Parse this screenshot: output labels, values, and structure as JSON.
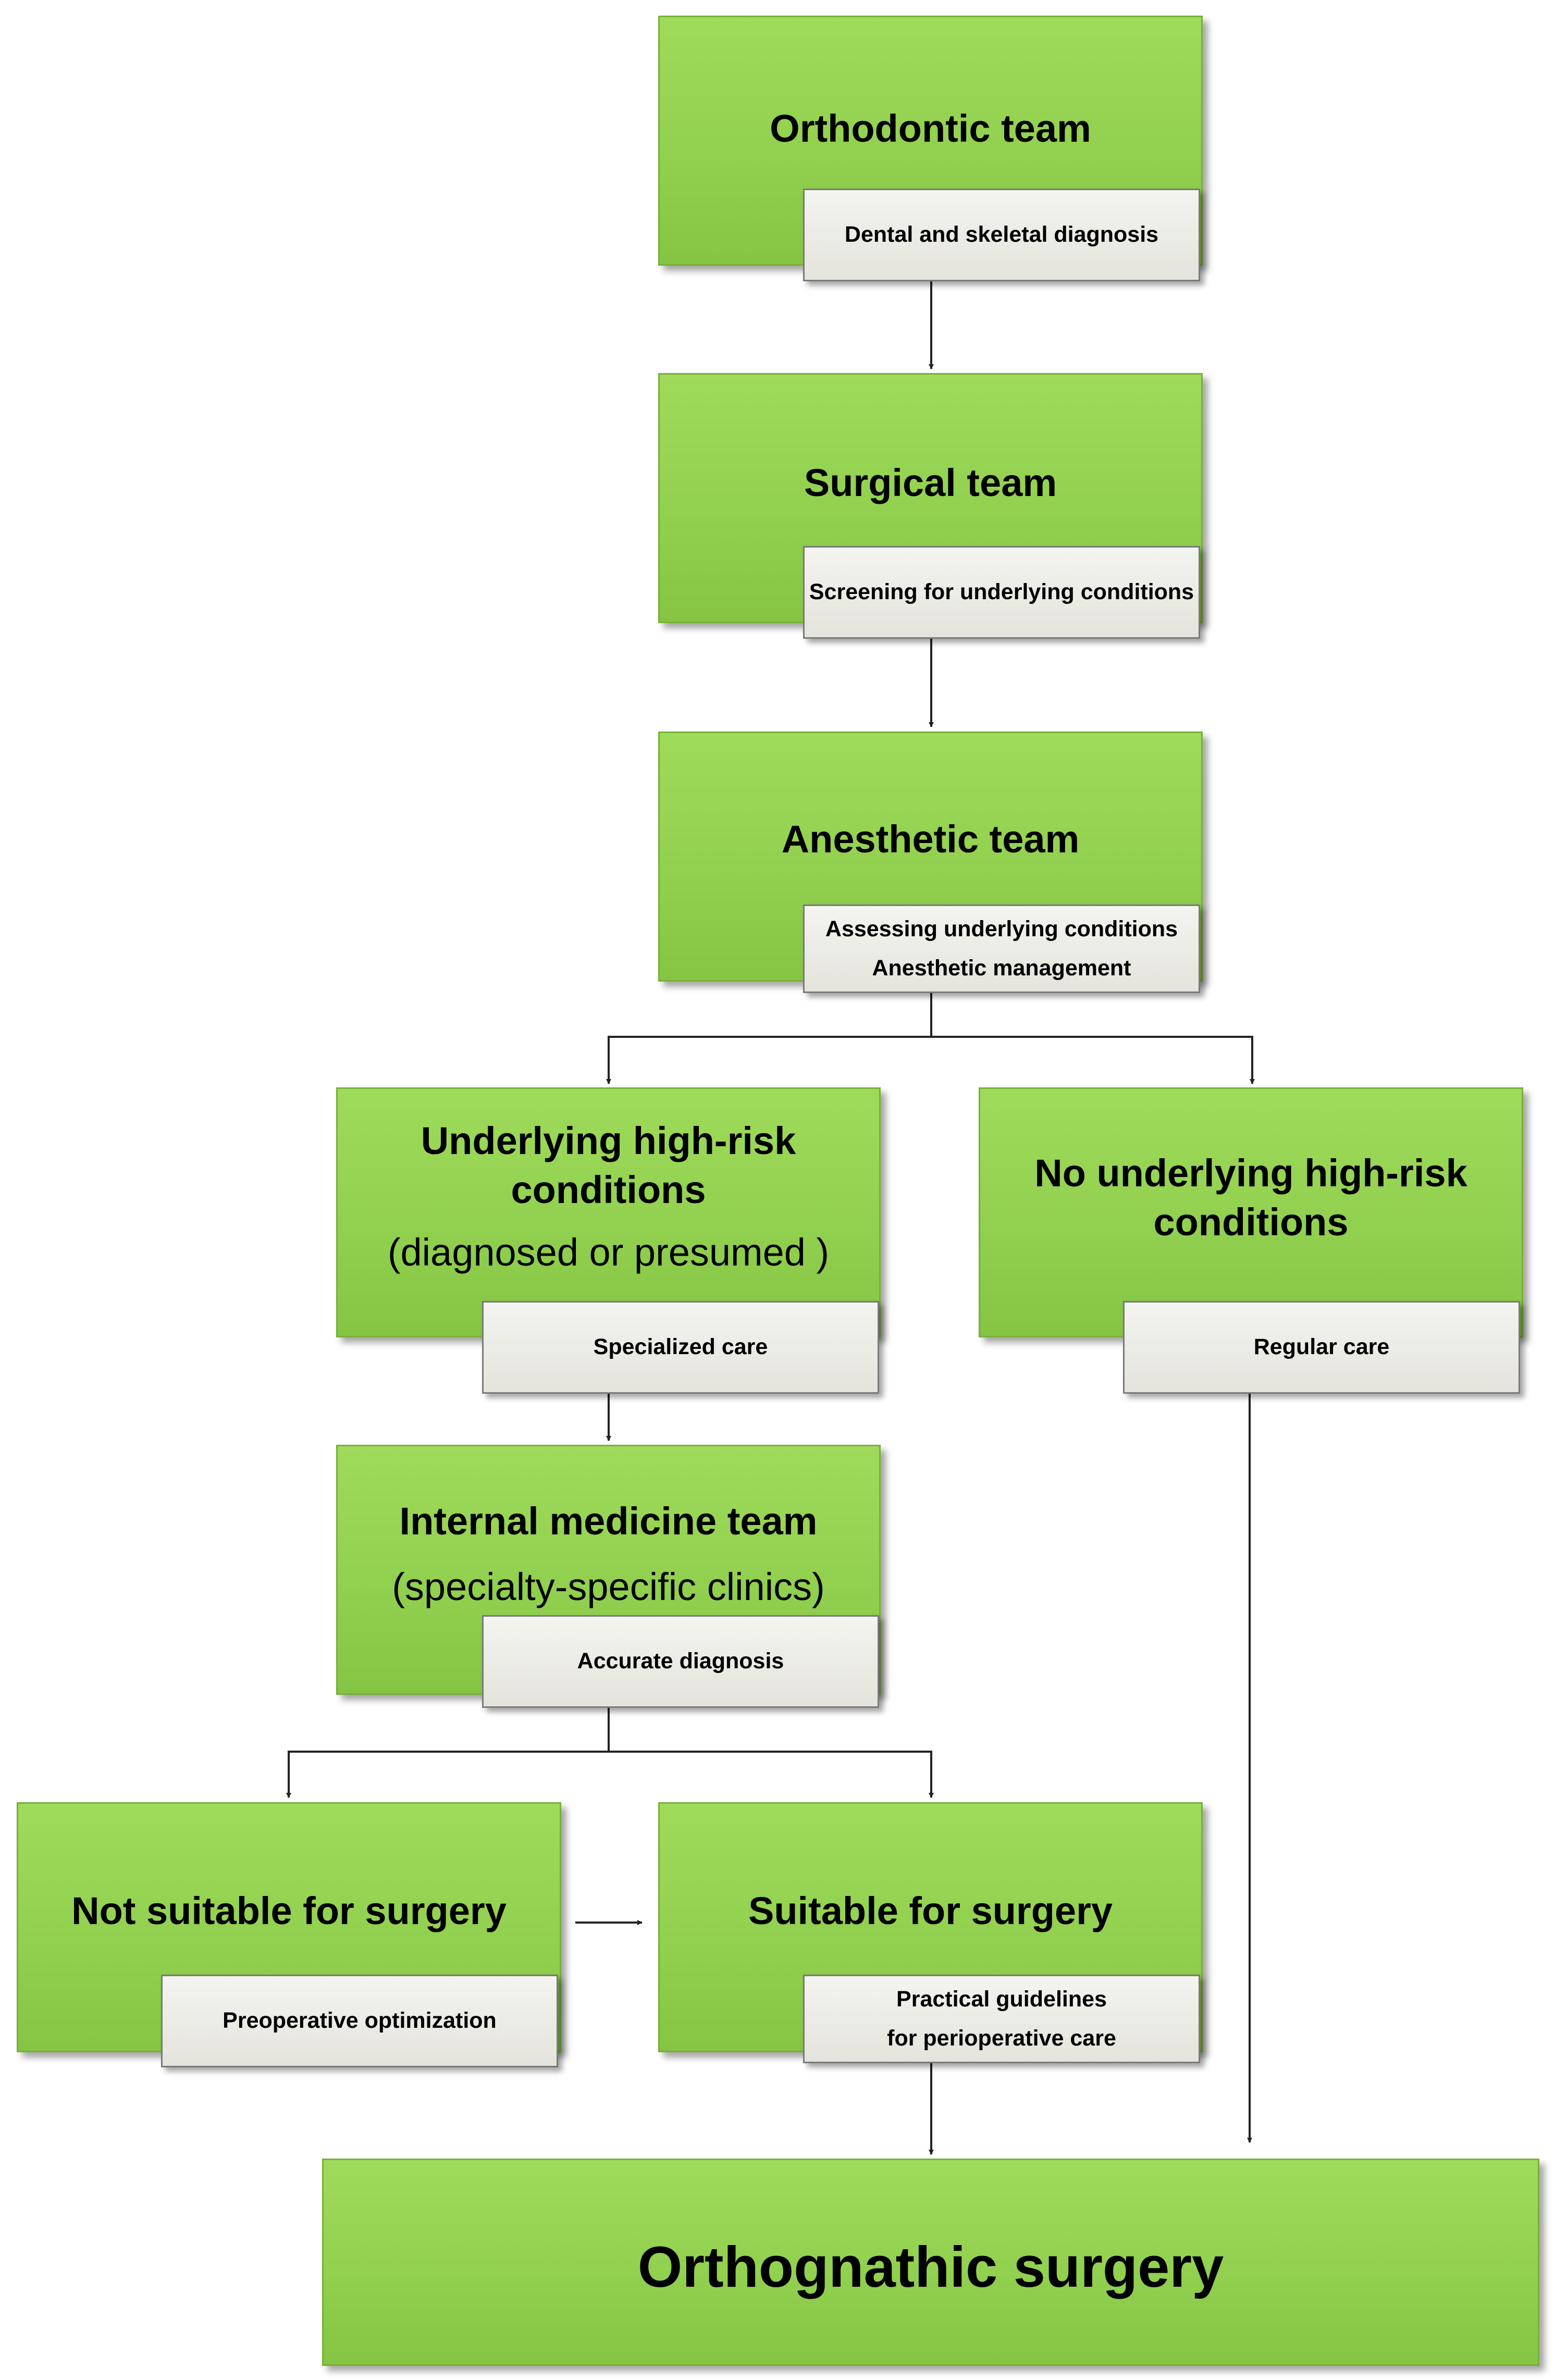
{
  "nodes": {
    "orthodontic": {
      "title": "Orthodontic team",
      "tag": "Dental and skeletal diagnosis"
    },
    "surgical": {
      "title": "Surgical team",
      "tag": "Screening for underlying conditions"
    },
    "anesthetic": {
      "title": "Anesthetic team",
      "tag_line1": "Assessing underlying conditions",
      "tag_line2": "Anesthetic management"
    },
    "high_risk": {
      "title_line1": "Underlying high-risk",
      "title_line2": "conditions",
      "subtitle": "(diagnosed or presumed )",
      "tag": "Specialized care"
    },
    "no_high_risk": {
      "title_line1": "No underlying high-risk",
      "title_line2": "conditions",
      "tag": "Regular care"
    },
    "internal_medicine": {
      "title": "Internal medicine team",
      "subtitle": "(specialty-specific clinics)",
      "tag": "Accurate diagnosis"
    },
    "not_suitable": {
      "title": "Not suitable for surgery",
      "tag": "Preoperative optimization"
    },
    "suitable": {
      "title": "Suitable for surgery",
      "tag_line1": "Practical guidelines",
      "tag_line2": "for perioperative care"
    },
    "orthognathic": {
      "title": "Orthognathic surgery"
    }
  },
  "colors": {
    "box_fill": "#92d050",
    "box_border": "#78b03a",
    "tag_fill": "#ececea",
    "tag_border": "#7a7a7a",
    "connector": "#222222"
  }
}
